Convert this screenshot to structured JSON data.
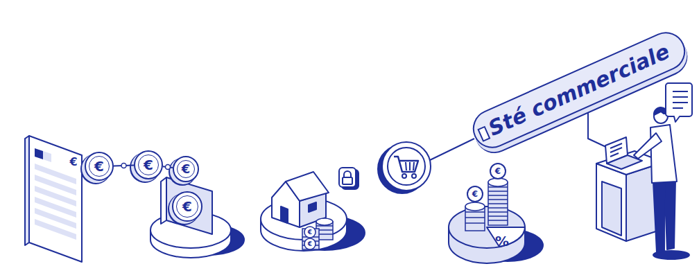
{
  "diagram": {
    "nodes": [
      {
        "text": [
          "€"
        ]
      },
      {
        "text": [
          "€"
        ]
      },
      {
        "text": [
          "€"
        ]
      },
      {
        "text": [
          "€"
        ]
      },
      {
        "text": [
          "€"
        ]
      },
      {
        "text": [
          "%"
        ]
      },
      {
        "text": [
          "Sté commerciale"
        ]
      }
    ],
    "edges": [
      {
        "from": 1,
        "to": 2,
        "arrow": "none"
      },
      {
        "from": 2,
        "to": 3,
        "arrow": "none"
      }
    ],
    "labels": [
      "€",
      "€",
      "€",
      "€"
    ]
  }
}
